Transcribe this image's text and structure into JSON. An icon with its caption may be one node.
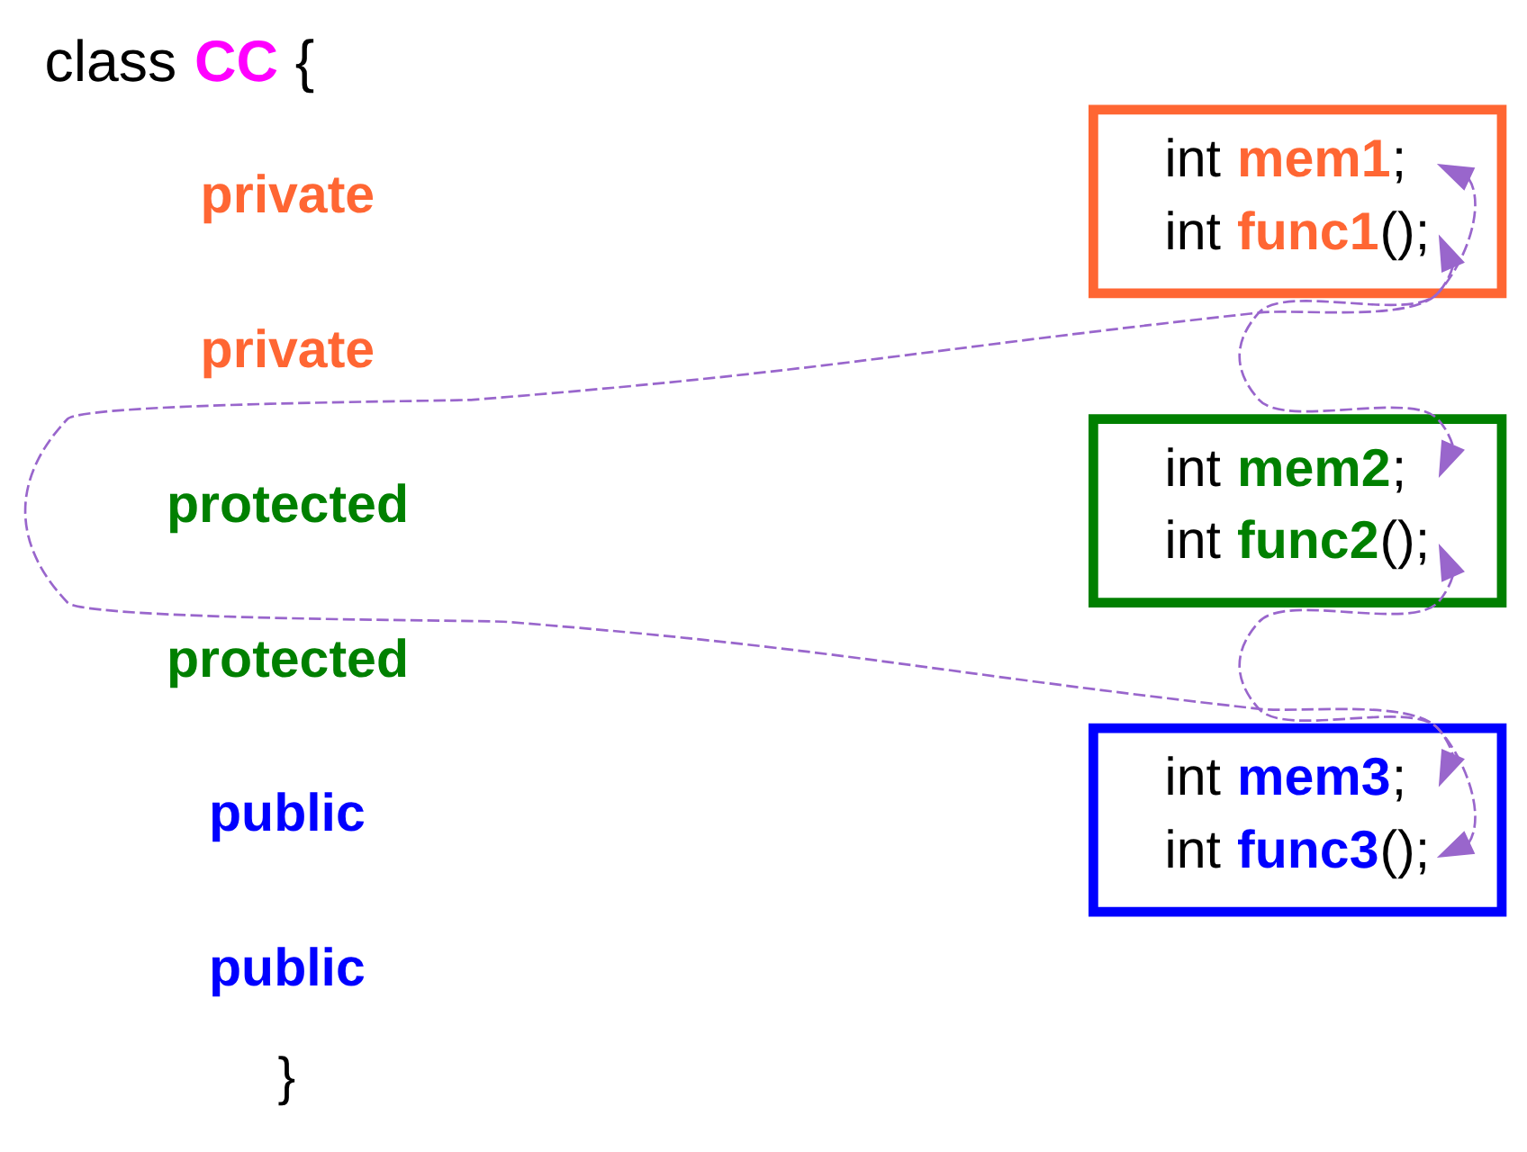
{
  "diagram": {
    "title": "class **CC** {",
    "nodes": [
      {
        "text": [
          "int **mem1**;",
          "int **func1**();"
        ]
      },
      {
        "text": [
          "int **mem2**;",
          "int **func2**();"
        ]
      },
      {
        "text": [
          "int **mem3**;",
          "int **func3**();"
        ]
      }
    ],
    "edges": [
      {
        "from": 0,
        "to": 1,
        "arrow": "both",
        "style": "dashed"
      },
      {
        "from": 1,
        "to": 2,
        "arrow": "both",
        "style": "dashed"
      },
      {
        "from": 0,
        "to": 2,
        "arrow": "both",
        "style": "dashed"
      }
    ],
    "labels": [
      "private",
      "private",
      "protected",
      "protected",
      "public",
      "public",
      "}"
    ]
  }
}
